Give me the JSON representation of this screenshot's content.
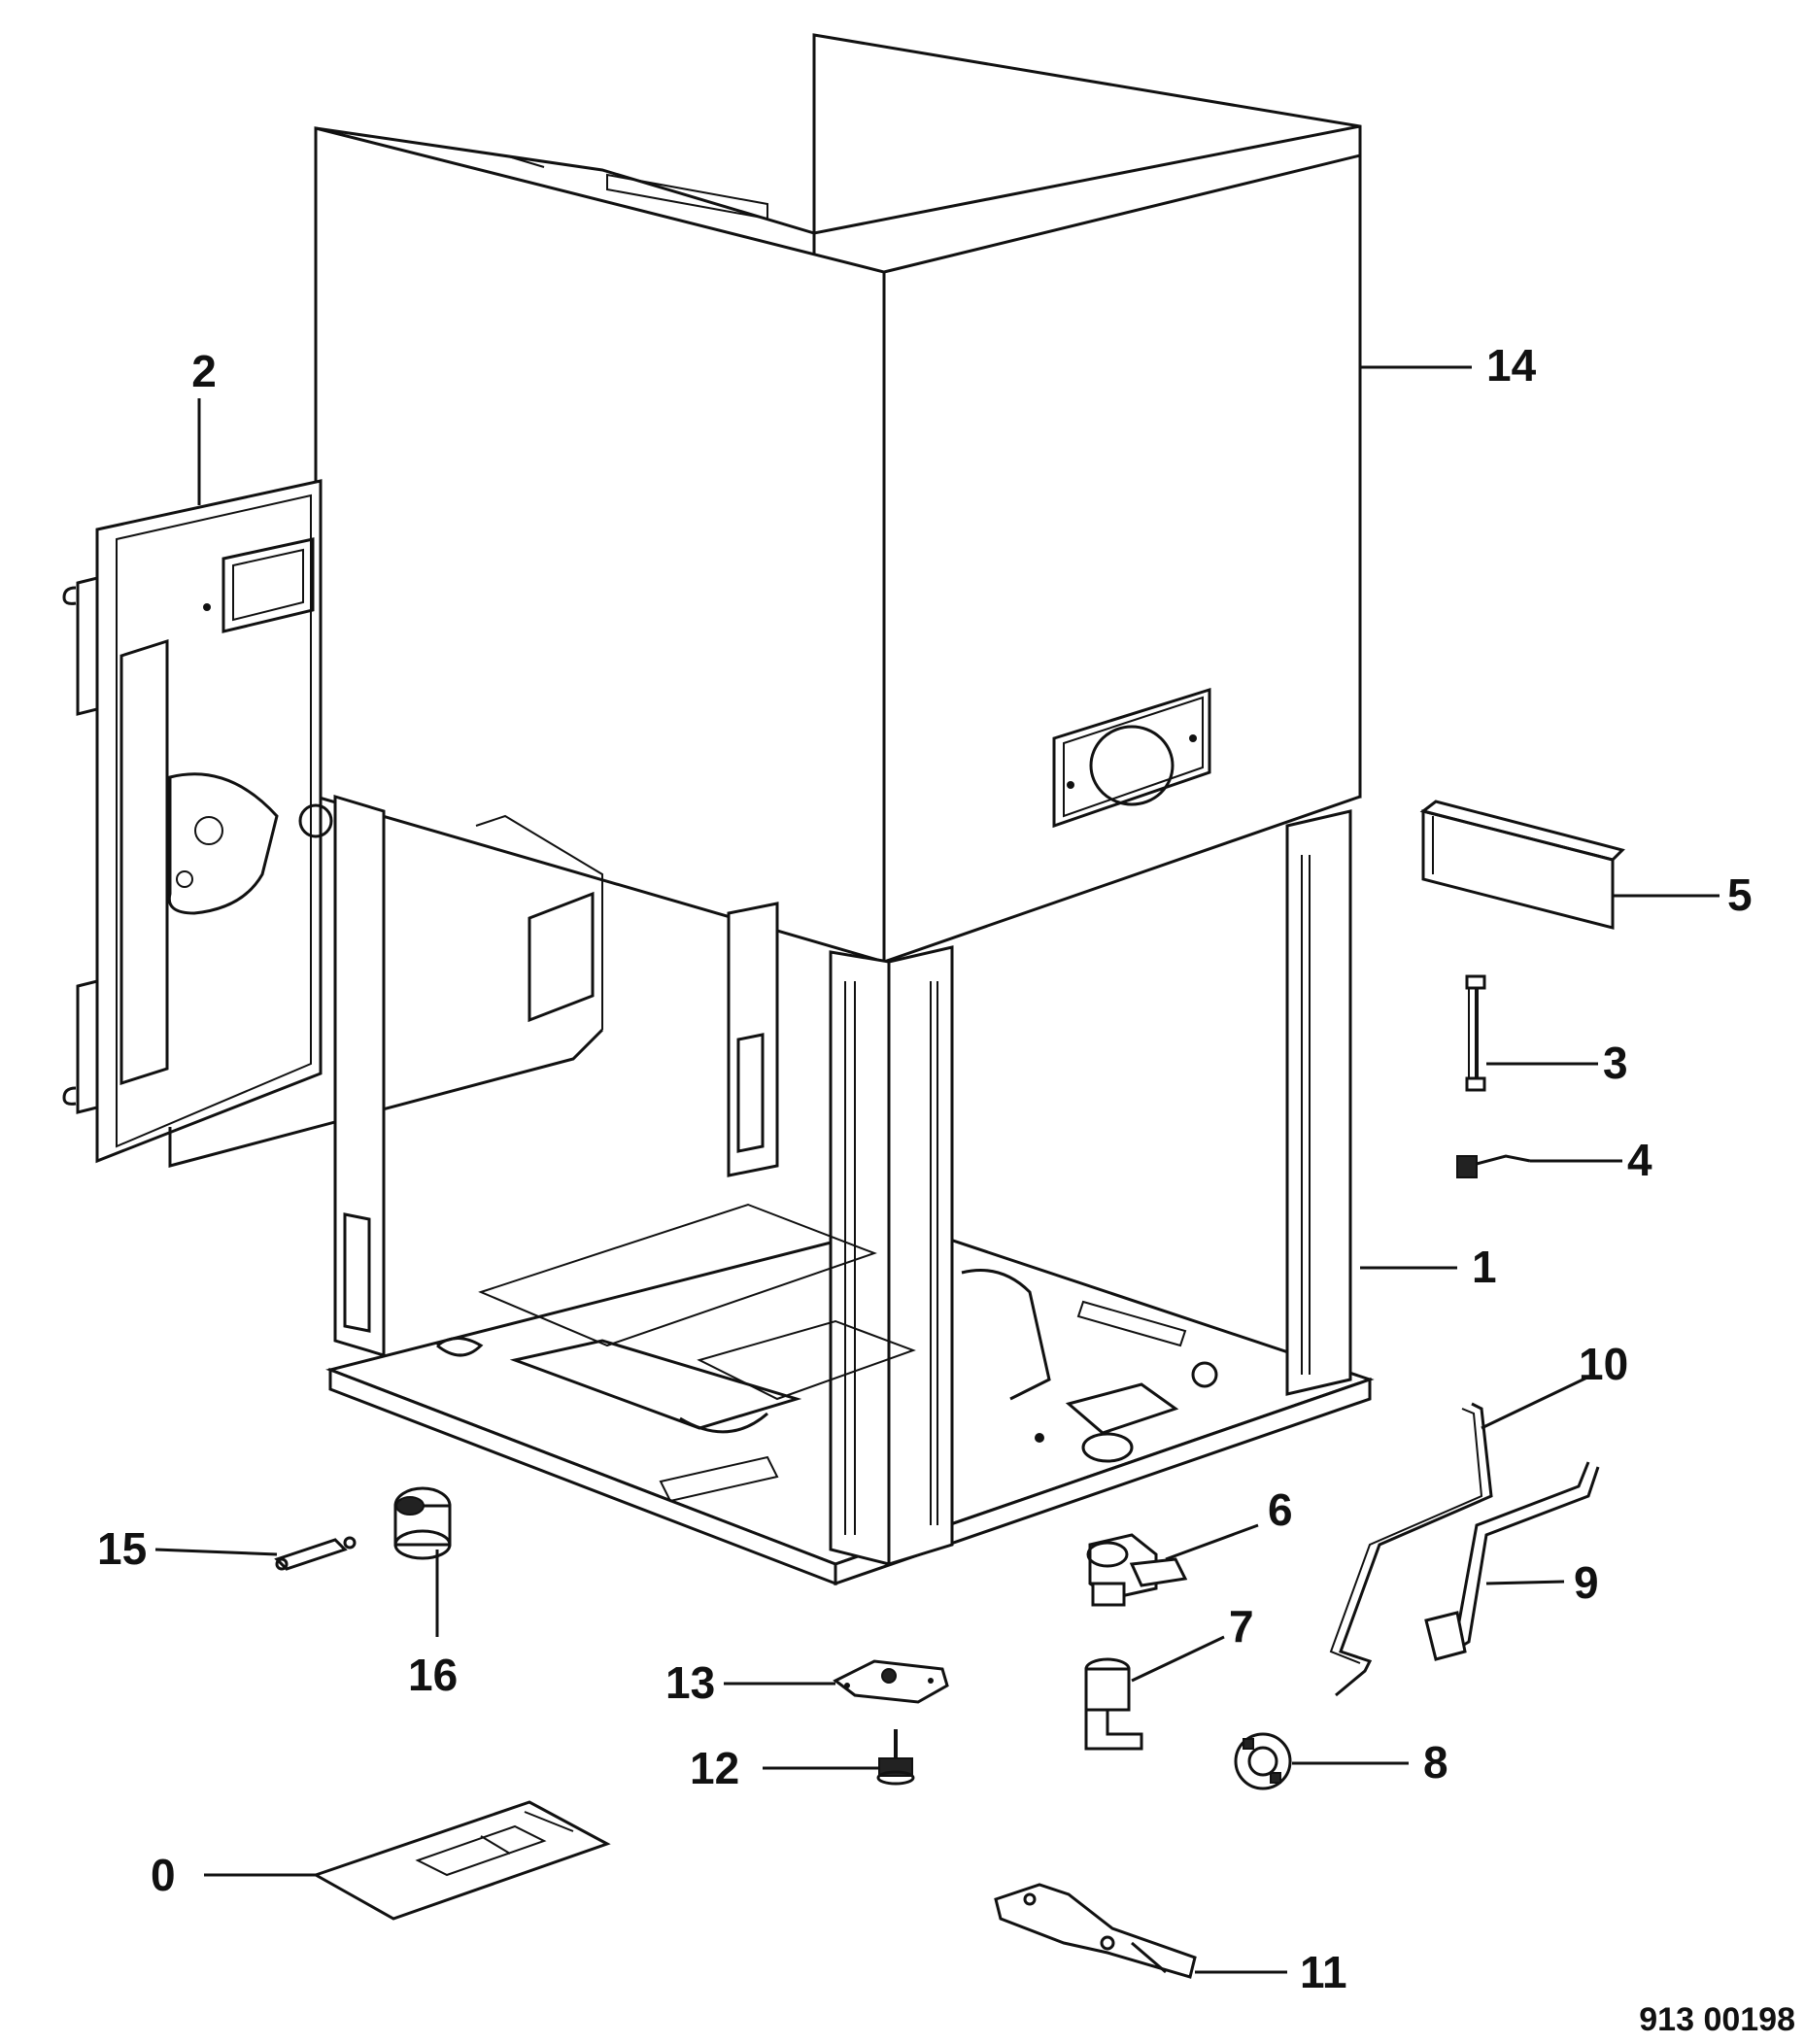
{
  "diagram": {
    "reference_code": "913 00198",
    "callouts": [
      {
        "id": "0",
        "text": "0"
      },
      {
        "id": "1",
        "text": "1"
      },
      {
        "id": "2",
        "text": "2"
      },
      {
        "id": "3",
        "text": "3"
      },
      {
        "id": "4",
        "text": "4"
      },
      {
        "id": "5",
        "text": "5"
      },
      {
        "id": "6",
        "text": "6"
      },
      {
        "id": "7",
        "text": "7"
      },
      {
        "id": "8",
        "text": "8"
      },
      {
        "id": "9",
        "text": "9"
      },
      {
        "id": "10",
        "text": "10"
      },
      {
        "id": "11",
        "text": "11"
      },
      {
        "id": "12",
        "text": "12"
      },
      {
        "id": "13",
        "text": "13"
      },
      {
        "id": "14",
        "text": "14"
      },
      {
        "id": "15",
        "text": "15"
      },
      {
        "id": "16",
        "text": "16"
      }
    ]
  }
}
